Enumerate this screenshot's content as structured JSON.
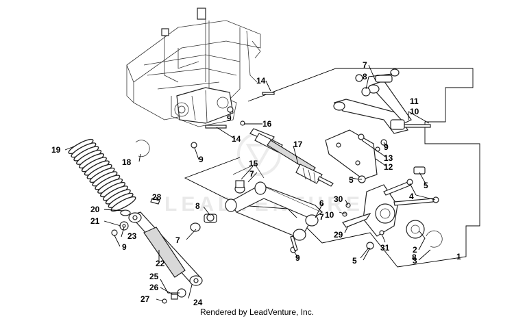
{
  "footer": "Rendered by LeadVenture, Inc.",
  "watermark": "LEADVENTURE",
  "callouts": [
    "1",
    "2",
    "3",
    "4",
    "5",
    "5",
    "5",
    "6",
    "7",
    "7",
    "7",
    "7",
    "8",
    "8",
    "8",
    "9",
    "9",
    "9",
    "9",
    "9",
    "9",
    "10",
    "10",
    "11",
    "12",
    "13",
    "14",
    "14",
    "15",
    "16",
    "17",
    "18",
    "19",
    "20",
    "21",
    "22",
    "23",
    "24",
    "25",
    "26",
    "27",
    "28",
    "29",
    "30",
    "31"
  ]
}
